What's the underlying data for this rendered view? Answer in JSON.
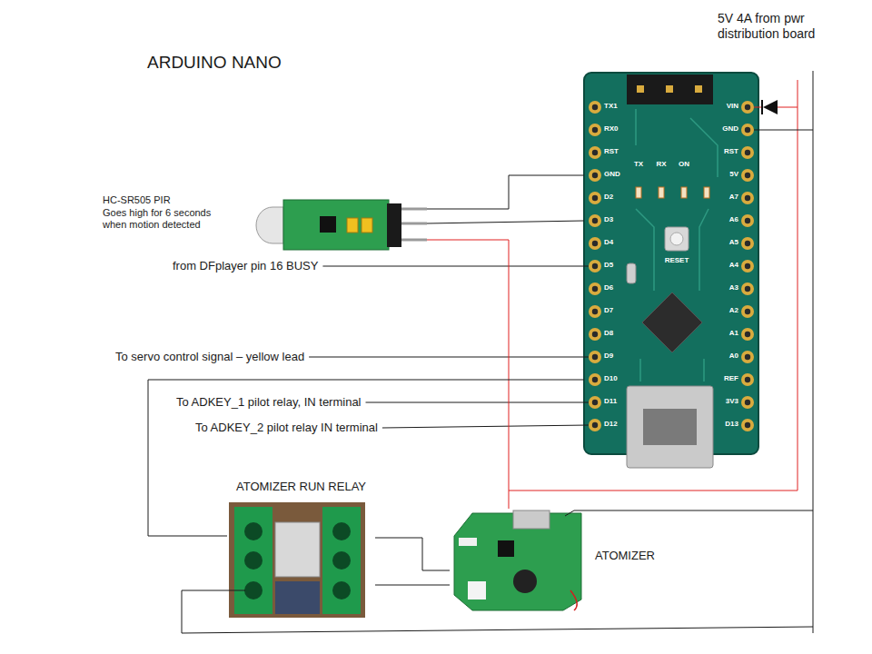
{
  "diagram": {
    "title": "ARDUINO NANO",
    "nodes": [
      {
        "text": [
          "TX1",
          "RX0",
          "RST",
          "GND",
          "D2",
          "D3",
          "D4",
          "D5",
          "D6",
          "D7",
          "D8",
          "D9",
          "D10",
          "D11",
          "D12",
          "VIN",
          "GND",
          "RST",
          "5V",
          "A7",
          "A6",
          "A5",
          "A4",
          "A3",
          "A2",
          "A1",
          "A0",
          "REF",
          "3V3",
          "D13",
          "TX",
          "RX",
          "ON",
          "RESET"
        ]
      },
      {
        "text": [
          "HC-SR505 PIR",
          "Goes high for 6 seconds when motion detected"
        ]
      },
      {
        "text": [
          "ATOMIZER RUN RELAY"
        ]
      },
      {
        "text": [
          "ATOMIZER"
        ]
      }
    ],
    "edges": [
      {
        "from": 1,
        "to": 0,
        "arrow": "none"
      },
      {
        "from": 1,
        "to": 0,
        "arrow": "none"
      },
      {
        "from": 1,
        "to": 3,
        "arrow": "none"
      },
      {
        "from": 0,
        "to": 2,
        "arrow": "none"
      },
      {
        "from": 2,
        "to": 3,
        "arrow": "none"
      },
      {
        "from": 2,
        "to": 3,
        "arrow": "none"
      }
    ],
    "labels": [
      "5V 4A from pwr distribution board",
      "from DFplayer pin 16 BUSY",
      "To servo control signal – yellow lead",
      "To ADKEY_1 pilot relay, IN terminal",
      "To ADKEY_2 pilot relay IN terminal"
    ]
  }
}
